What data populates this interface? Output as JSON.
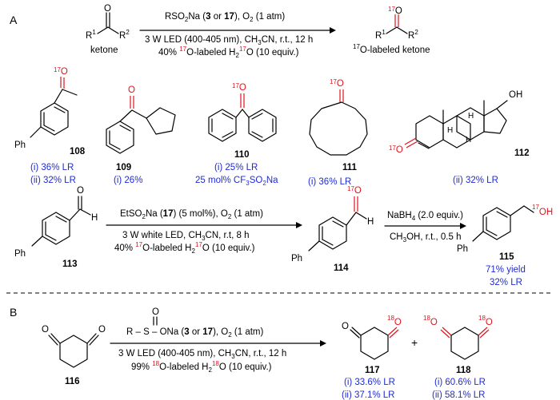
{
  "panel_a": {
    "label": "A",
    "reaction": {
      "reagent_a": "RSO",
      "reagent_b": "Na (",
      "cmpd_3": "3",
      "or": " or ",
      "cmpd_17": "17",
      "reagent_c": "), O",
      "reagent_d": " (1 atm)",
      "cond_line2": "3 W LED (400-405 nm), CH",
      "cond_line2b": "CN, r.t., 12 h",
      "cond_line3a": "40% ",
      "iso17": "17",
      "cond_line3b": "O-labeled H",
      "cond_line3c": "O (10 equiv.)",
      "reactant_label": "ketone",
      "product_label": "O-labeled ketone",
      "r1": "R",
      "r2": "R",
      "one": "1",
      "two": "2",
      "o": "O"
    },
    "products": [
      {
        "id": "108",
        "ph": "Ph",
        "yields": [
          "(i) 36% LR",
          "(ii) 32% LR"
        ]
      },
      {
        "id": "109",
        "yields": [
          "(i) 26%"
        ]
      },
      {
        "id": "110",
        "yields": [
          "(i) 25% LR",
          "25 mol% CF",
          "SO",
          "Na"
        ]
      },
      {
        "id": "111",
        "yields": [
          "(i) 36% LR"
        ]
      },
      {
        "id": "112",
        "oh": "OH",
        "h": "H",
        "yields": [
          "(ii) 32% LR"
        ]
      }
    ],
    "row2": {
      "cmpd_113": "113",
      "cmpd_114": "114",
      "cmpd_115": "115",
      "ph": "Ph",
      "h": "H",
      "oh": "OH",
      "cond1_line1a": "EtSO",
      "cond1_line1b": "Na (",
      "cond1_line1c": ") (5 mol%), O",
      "cond1_line1d": " (1 atm)",
      "cond1_line2a": "3 W white LED, CH",
      "cond1_line2b": "CN, r.t, 8 h",
      "cond1_line3a": "40% ",
      "cond1_line3b": "O-labeled H",
      "cond1_line3c": "O (10 equiv.)",
      "cond2_line1": "NaBH",
      "cond2_line1b": " (2.0 equiv.)",
      "cond2_line2a": "CH",
      "cond2_line2b": "OH, r.t., 0.5 h",
      "yield_115": [
        "71% yield",
        "32% LR"
      ]
    }
  },
  "panel_b": {
    "label": "B",
    "reagent_r": "R",
    "reagent_s": "S",
    "reagent_ona": "ONa (",
    "reagent_mid": " or ",
    "reagent_end": "), O",
    "reagent_end2": " (1 atm)",
    "o": "O",
    "cond_line2a": "3 W LED (400-405 nm), CH",
    "cond_line2b": "CN, r.t., 12 h",
    "cond_line3a": "99% ",
    "iso18": "18",
    "cond_line3b": "O-labeled H",
    "cond_line3c": "O (10 equiv.)",
    "cmpd_116": "116",
    "cmpd_117": "117",
    "cmpd_118": "118",
    "plus": "+",
    "yields_117": [
      "(i) 33.6% LR",
      "(ii) 37.1% LR"
    ],
    "yields_118": [
      "(i) 60.6% LR",
      "(ii) 58.1% LR"
    ]
  },
  "colors": {
    "blue": "#1f2bd6",
    "red": "#e0141e"
  }
}
